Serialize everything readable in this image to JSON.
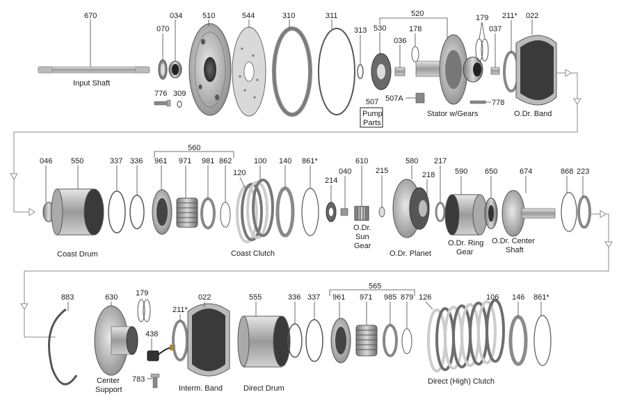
{
  "parts": {
    "p670": "670",
    "p070": "070",
    "p034": "034",
    "p510": "510",
    "p544": "544",
    "p310": "310",
    "p311": "311",
    "p313": "313",
    "p530": "530",
    "p520": "520",
    "p036": "036",
    "p178": "178",
    "p179a": "179",
    "p037": "037",
    "p211a": "211*",
    "p022a": "022",
    "p776": "776",
    "p309": "309",
    "p507": "507",
    "p507A": "507A",
    "p778": "778",
    "p046": "046",
    "p550": "550",
    "p337a": "337",
    "p336a": "336",
    "p560": "560",
    "p961a": "961",
    "p971a": "971",
    "p981": "981",
    "p862": "862",
    "p120a": "120",
    "p100": "100",
    "p140": "140",
    "p861a": "861*",
    "p214": "214",
    "p040": "040",
    "p610": "610",
    "p215": "215",
    "p580": "580",
    "p218": "218",
    "p217": "217",
    "p590": "590",
    "p650": "650",
    "p674": "674",
    "p868": "868",
    "p223": "223",
    "p883": "883",
    "p630": "630",
    "p179b": "179",
    "p211b": "211*",
    "p022b": "022",
    "p438": "438",
    "p783": "783",
    "p555": "555",
    "p336b": "336",
    "p337b": "337",
    "p565": "565",
    "p961b": "961",
    "p971b": "971",
    "p985": "985",
    "p879": "879",
    "p126": "126",
    "p106": "106",
    "p146": "146",
    "p861b": "861*"
  },
  "captions": {
    "input_shaft": "Input Shaft",
    "pump_parts_line1": "Pump",
    "pump_parts_line2": "Parts",
    "stator": "Stator w/Gears",
    "odr_band": "O.Dr. Band",
    "coast_drum": "Coast Drum",
    "coast_clutch": "Coast Clutch",
    "odr_sun_1": "O.Dr.",
    "odr_sun_2": "Sun",
    "odr_sun_3": "Gear",
    "odr_planet": "O.Dr. Planet",
    "odr_ring_1": "O.Dr. Ring",
    "odr_ring_2": "Gear",
    "odr_center_1": "O.Dr. Center",
    "odr_center_2": "Shaft",
    "center_support_1": "Center",
    "center_support_2": "Support",
    "interm_band": "Interm. Band",
    "direct_drum": "Direct Drum",
    "direct_clutch": "Direct (High) Clutch"
  }
}
